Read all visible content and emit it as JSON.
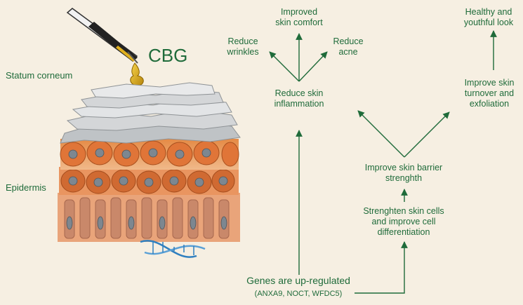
{
  "colors": {
    "text": "#1f6b3a",
    "arrow": "#1f6b3a",
    "background": "#f6efe2"
  },
  "labels": {
    "cbg": "CBG",
    "stratum_corneum": "Statum corneum",
    "epidermis": "Epidermis",
    "improved_comfort": "Improved\nskin comfort",
    "reduce_wrinkles": "Reduce\nwrinkles",
    "reduce_acne": "Reduce\nacne",
    "reduce_inflammation": "Reduce skin\ninflammation",
    "healthy_look": "Healthy and\nyouthful look",
    "improve_turnover": "Improve skin\nturnover and\nexfoliation",
    "improve_barrier": "Improve skin barrier\nstrenghth",
    "strengthen_cells": "Strenghten skin cells\nand improve cell\ndifferentiation",
    "genes_title": "Genes are up-regulated",
    "genes_list": "(ANXA9, NOCT, WFDC5)"
  },
  "icons": [
    "dropper-icon",
    "oil-drop-icon",
    "skin-layers-illustration",
    "dna-helix-icon"
  ]
}
